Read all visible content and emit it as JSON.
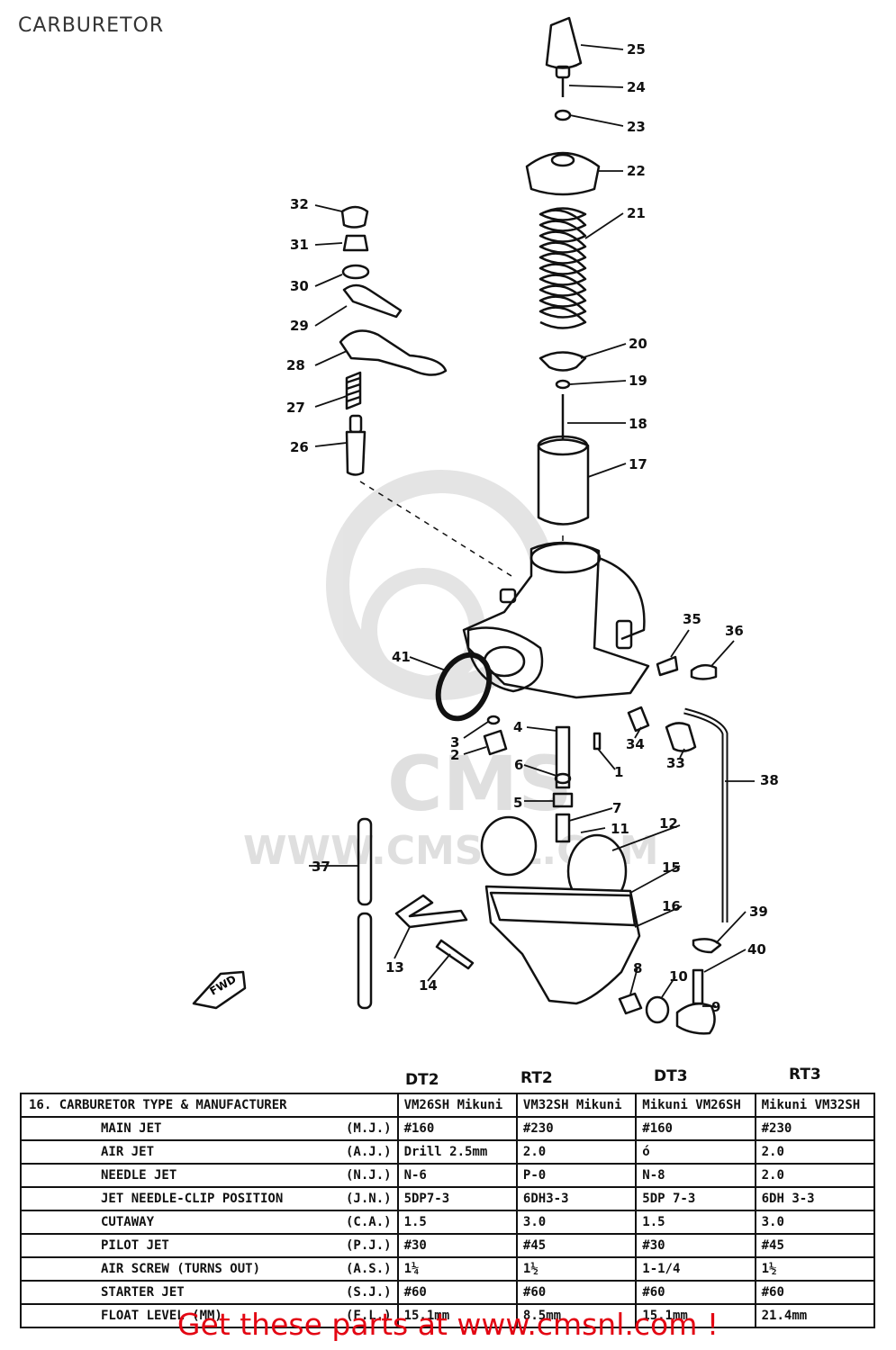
{
  "page": {
    "title": "CARBURETOR"
  },
  "watermark": {
    "logo_text": "CMS",
    "url_text": "WWW.CMSNL.COM"
  },
  "fwd_label": "FWD",
  "callouts": [
    "25",
    "24",
    "23",
    "22",
    "21",
    "20",
    "19",
    "18",
    "17",
    "32",
    "31",
    "30",
    "29",
    "28",
    "27",
    "26",
    "41",
    "35",
    "36",
    "4",
    "3",
    "2",
    "34",
    "1",
    "33",
    "6",
    "5",
    "7",
    "11",
    "12",
    "38",
    "15",
    "37",
    "16",
    "39",
    "40",
    "13",
    "14",
    "8",
    "10",
    "9"
  ],
  "table": {
    "columns": [
      "DT2",
      "RT2",
      "DT3",
      "RT3"
    ],
    "header": {
      "label": "16. CARBURETOR TYPE & MANUFACTURER",
      "values": [
        "VM26SH Mikuni",
        "VM32SH Mikuni",
        "Mikuni VM26SH",
        "Mikuni VM32SH"
      ]
    },
    "rows": [
      {
        "label": "MAIN JET",
        "abbr": "(M.J.)",
        "values": [
          "#160",
          "#230",
          "#160",
          "#230"
        ]
      },
      {
        "label": "AIR JET",
        "abbr": "(A.J.)",
        "values": [
          "Drill 2.5mm",
          "2.0",
          "ó",
          "2.0"
        ]
      },
      {
        "label": "NEEDLE JET",
        "abbr": "(N.J.)",
        "values": [
          "N-6",
          "P-0",
          "N-8",
          "2.0"
        ]
      },
      {
        "label": "JET NEEDLE-CLIP POSITION",
        "abbr": "(J.N.)",
        "values": [
          "5DP7-3",
          "6DH3-3",
          "5DP 7-3",
          "6DH 3-3"
        ]
      },
      {
        "label": "CUTAWAY",
        "abbr": "(C.A.)",
        "values": [
          "1.5",
          "3.0",
          "1.5",
          "3.0"
        ]
      },
      {
        "label": "PILOT JET",
        "abbr": "(P.J.)",
        "values": [
          "#30",
          "#45",
          "#30",
          "#45"
        ]
      },
      {
        "label": "AIR SCREW (TURNS OUT)",
        "abbr": "(A.S.)",
        "values": [
          "1¼",
          "1½",
          "1-1/4",
          "1½"
        ]
      },
      {
        "label": "STARTER JET",
        "abbr": "(S.J.)",
        "values": [
          "#60",
          "#60",
          "#60",
          "#60"
        ]
      },
      {
        "label": "FLOAT LEVEL (MM)",
        "abbr": "(F.L.)",
        "values": [
          "15.1mm",
          "8.5mm",
          "15.1mm",
          "21.4mm"
        ]
      }
    ]
  },
  "promo": {
    "text": "Get these parts at www.cmsnl.com !"
  },
  "colors": {
    "promo": "#e30613",
    "line": "#111111",
    "watermark": "#dcdcdc"
  }
}
